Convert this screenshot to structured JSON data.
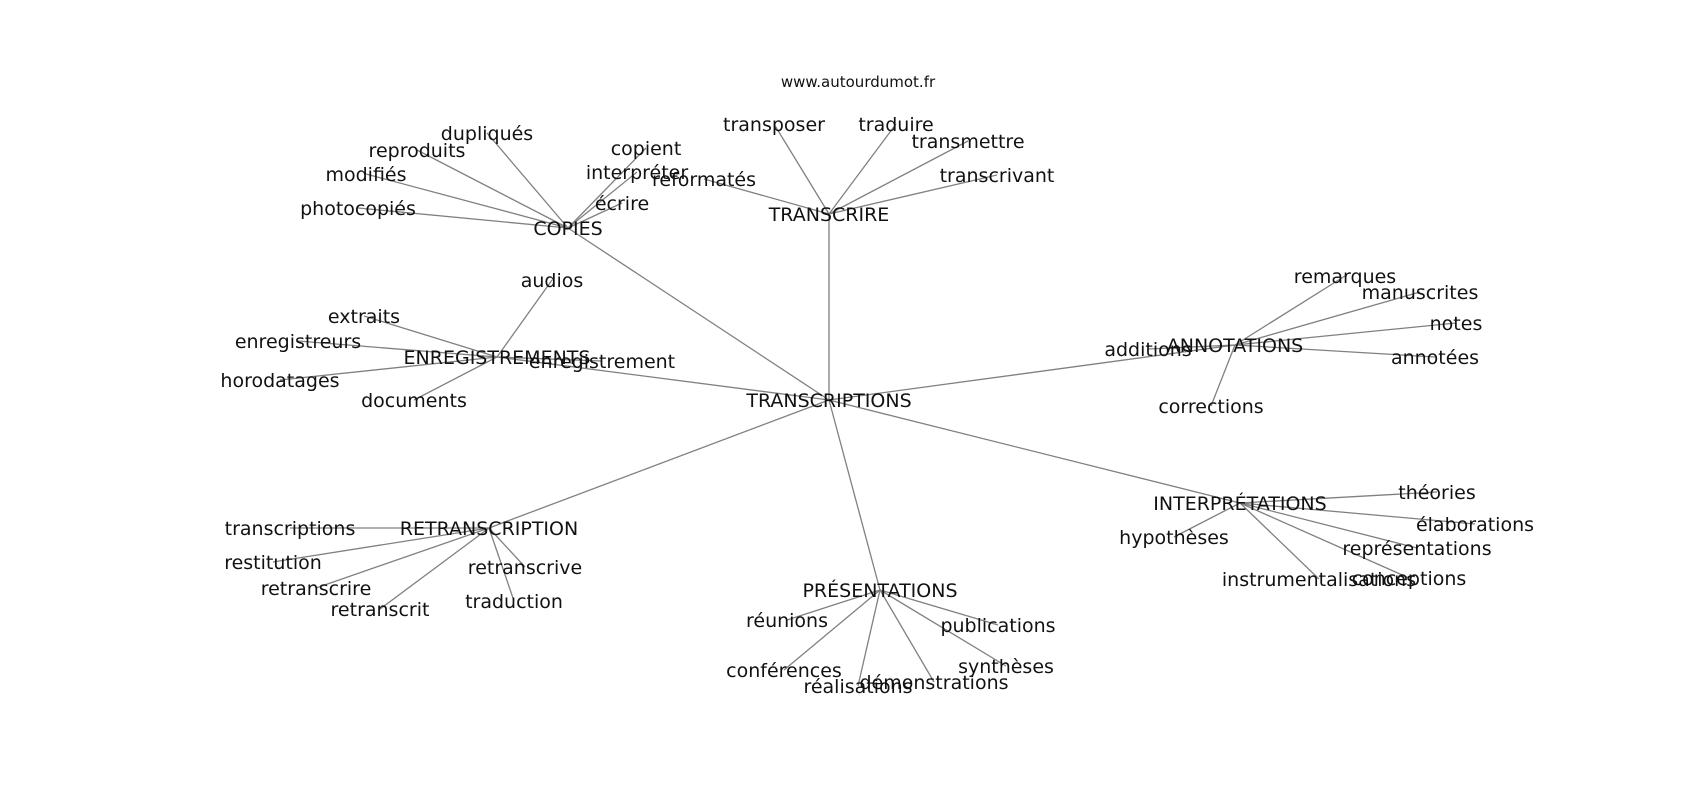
{
  "source": "www.autourdumot.fr",
  "center": "TRANSCRIPTIONS",
  "colors": {
    "edge": "#808080",
    "text": "#111111",
    "background": "#ffffff"
  },
  "categories": [
    {
      "id": "copies",
      "label": "COPIES",
      "words": [
        "dupliqués",
        "reproduits",
        "modifiés",
        "photocopiés",
        "copient",
        "interpréter",
        "écrire"
      ]
    },
    {
      "id": "transcrire",
      "label": "TRANSCRIRE",
      "words": [
        "transposer",
        "traduire",
        "transmettre",
        "transcrivant",
        "reformatés"
      ]
    },
    {
      "id": "enregistrements",
      "label": "ENREGISTREMENTS",
      "words": [
        "audios",
        "extraits",
        "enregistreurs",
        "horodatages",
        "documents",
        "enregistrement"
      ]
    },
    {
      "id": "annotations",
      "label": "ANNOTATIONS",
      "words": [
        "remarques",
        "manuscrites",
        "notes",
        "annotées",
        "additions",
        "corrections"
      ]
    },
    {
      "id": "retranscription",
      "label": "RETRANSCRIPTION",
      "words": [
        "transcriptions",
        "restitution",
        "retranscrire",
        "retranscrit",
        "retranscrive",
        "traduction"
      ]
    },
    {
      "id": "presentations",
      "label": "PRÉSENTATIONS",
      "words": [
        "réunions",
        "conférences",
        "réalisations",
        "démonstrations",
        "synthèses",
        "publications"
      ]
    },
    {
      "id": "interpretations",
      "label": "INTERPRÉTATIONS",
      "words": [
        "théories",
        "élaborations",
        "représentations",
        "conceptions",
        "instrumentalisations",
        "hypothèses"
      ]
    }
  ]
}
